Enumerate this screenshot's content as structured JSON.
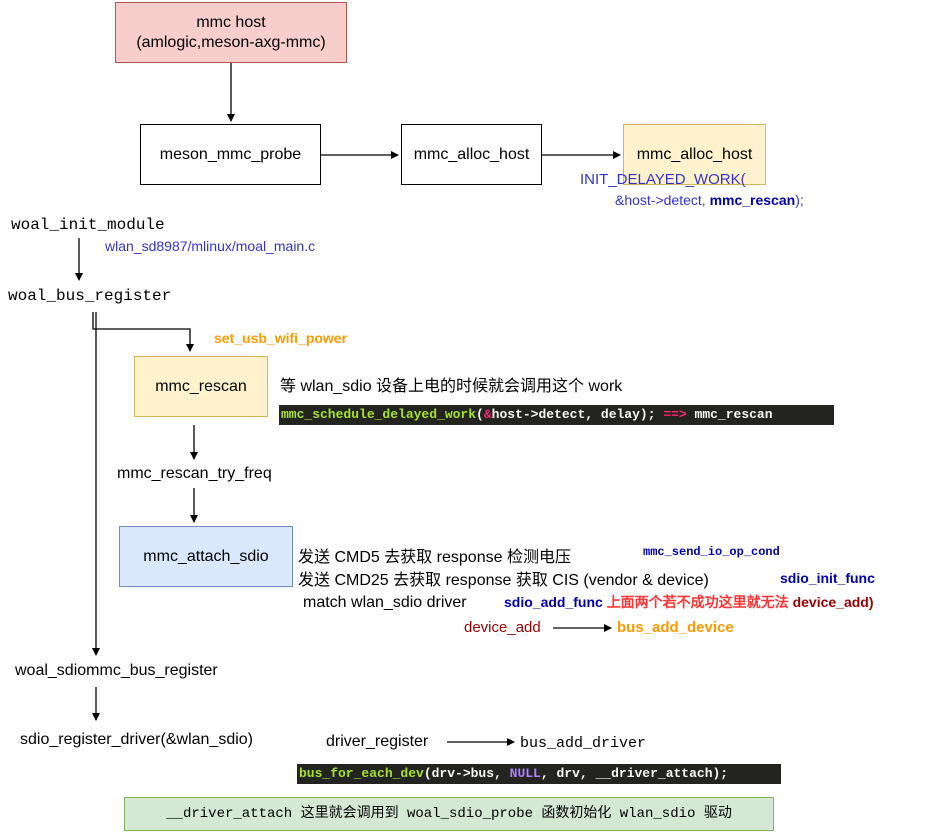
{
  "nodes": {
    "mmc_host_line1": "mmc host",
    "mmc_host_line2": "(amlogic,meson-axg-mmc)",
    "meson_mmc_probe": "meson_mmc_probe",
    "mmc_alloc_host_1": "mmc_alloc_host",
    "mmc_alloc_host_2": "mmc_alloc_host",
    "mmc_rescan": "mmc_rescan",
    "mmc_attach_sdio": "mmc_attach_sdio"
  },
  "labels": {
    "init_delayed_work_line1": "INIT_DELAYED_WORK(",
    "init_delayed_work_line2a": "&host->detect, ",
    "init_delayed_work_line2b": "mmc_rescan",
    "init_delayed_work_line2c": ");",
    "woal_init_module": "woal_init_module",
    "moal_main_path": "wlan_sd8987/mlinux/moal_main.c",
    "woal_bus_register": "woal_bus_register",
    "set_usb_wifi_power": "set_usb_wifi_power",
    "rescan_note": "等 wlan_sdio 设备上电的时候就会调用这个 work",
    "mmc_rescan_try_freq": "mmc_rescan_try_freq",
    "cmd5_note": "发送 CMD5 去获取 response 检测电压",
    "cmd25_note": "发送 CMD25 去获取 response 获取 CIS (vendor & device)",
    "match_note": "match wlan_sdio driver",
    "mmc_send_io_op_cond": "mmc_send_io_op_cond",
    "sdio_init_func": "sdio_init_func",
    "sdio_add_func": "sdio_add_func",
    "fail_note": "上面两个若不成功这里就无法 ",
    "fail_note_device_add": "device_add)",
    "device_add": "device_add",
    "bus_add_device": "bus_add_device",
    "woal_sdiommc_bus_register": "woal_sdiommc_bus_register",
    "sdio_register_driver": "sdio_register_driver(&wlan_sdio)",
    "driver_register": "driver_register",
    "bus_add_driver": "bus_add_driver"
  },
  "code": {
    "schedule_fn": "mmc_schedule_delayed_work",
    "schedule_amp": "&",
    "schedule_args": "host->detect, delay); ",
    "schedule_arrow": "==>",
    "schedule_target": " mmc_rescan",
    "bus_for_each_fn": "bus_for_each_dev",
    "bus_for_each_args1": "(drv->bus, ",
    "bus_for_each_null": "NULL",
    "bus_for_each_args2": ", drv, __driver_attach);",
    "driver_attach_note": "__driver_attach 这里就会调用到 woal_sdio_probe 函数初始化 wlan_sdio 驱动"
  },
  "colors": {
    "pink_fill": "#f8cecc",
    "pink_border": "#b85450",
    "yellow_fill": "#fff2cc",
    "yellow_border": "#d6b656",
    "blue_fill": "#dae8fc",
    "blue_border": "#6c8ebf",
    "green_fill": "#d5e8d4",
    "green_border": "#82b366",
    "link_blue": "#3333cc",
    "navy": "#0000aa",
    "orange": "#ff9900",
    "red": "#ff3333",
    "dark_red": "#990000",
    "code_bg": "#23241f",
    "code_green": "#a6e22e",
    "code_pink": "#f92672",
    "code_purple": "#ae81ff"
  }
}
